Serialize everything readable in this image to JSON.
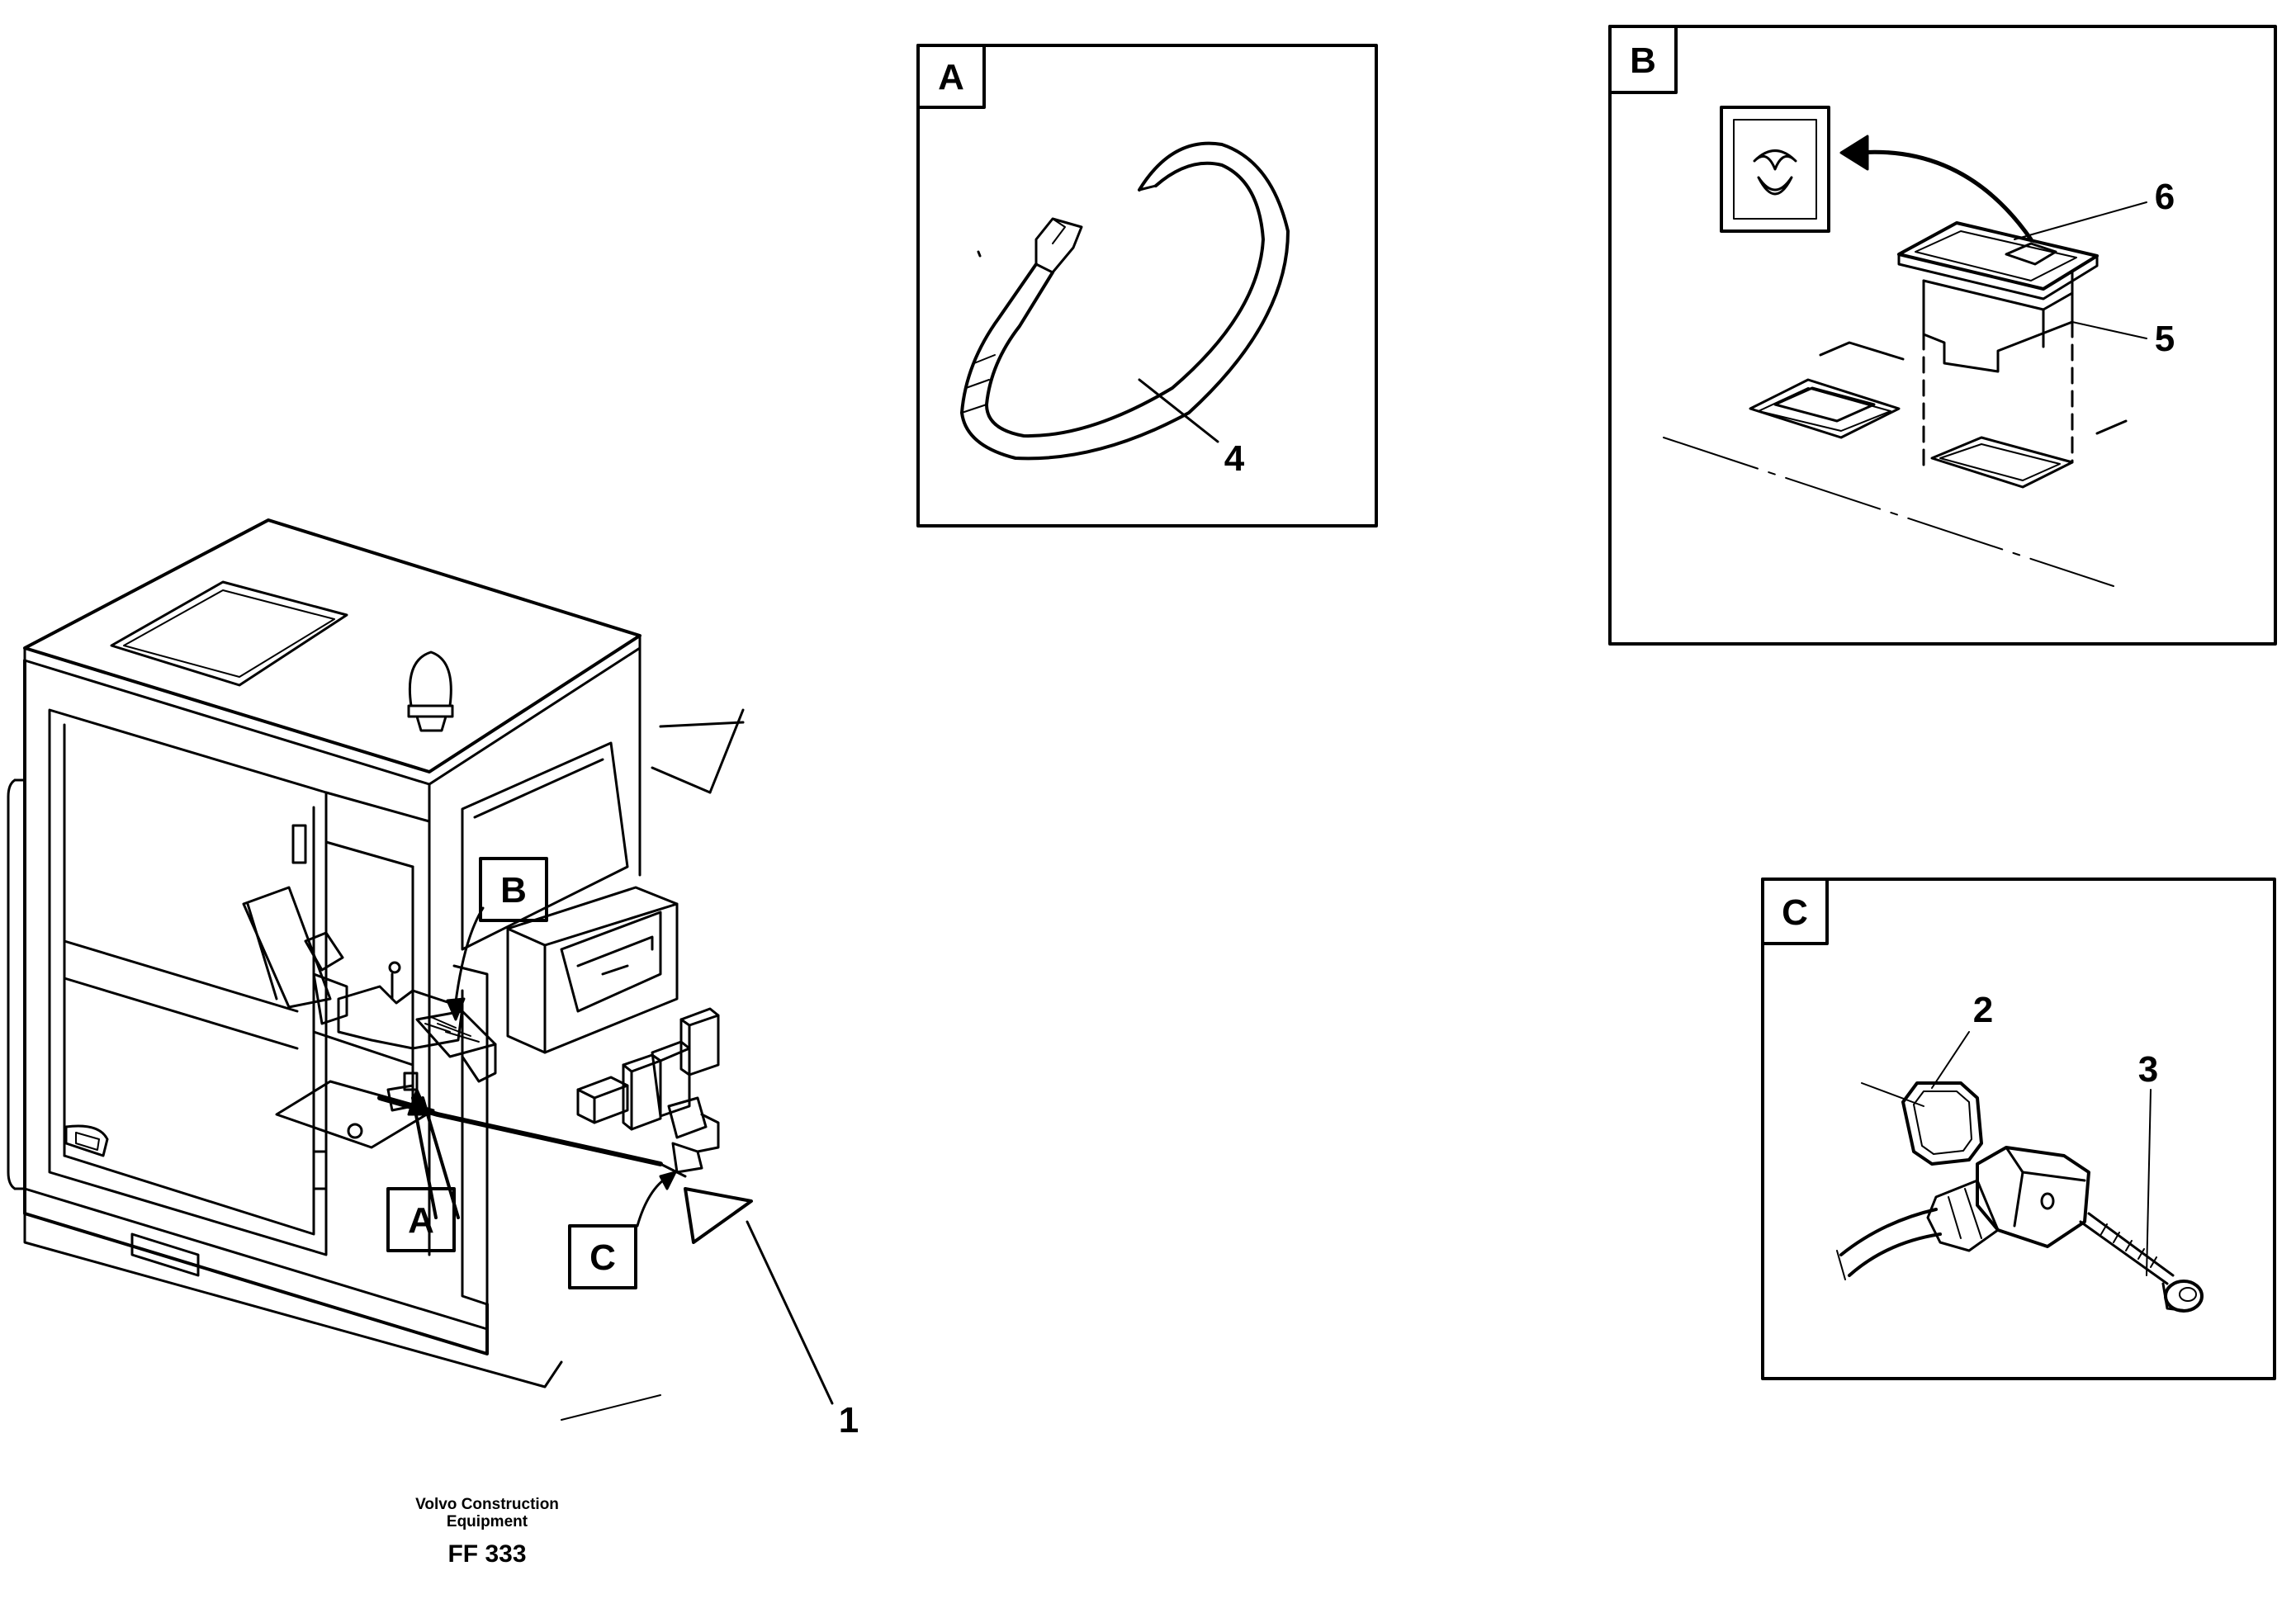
{
  "detail_labels": {
    "a": "A",
    "b": "B",
    "c": "C"
  },
  "callouts": {
    "n1": "1",
    "n2": "2",
    "n3": "3",
    "n4": "4",
    "n5": "5",
    "n6": "6"
  },
  "credit": {
    "line1": "Volvo Construction",
    "line2": "Equipment",
    "code": "FF 333"
  },
  "colors": {
    "ink": "#000000",
    "paper": "#ffffff"
  }
}
